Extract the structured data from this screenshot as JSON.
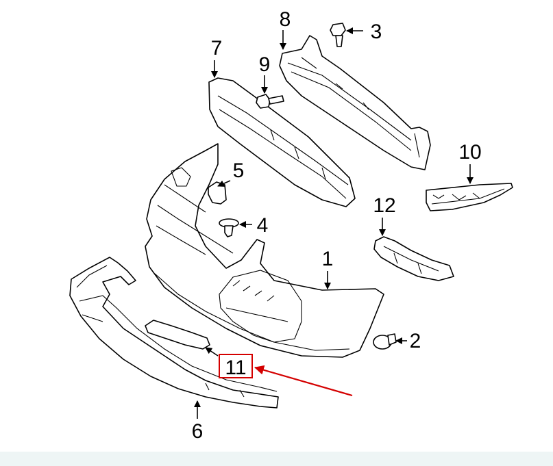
{
  "callouts": {
    "c1": "1",
    "c2": "2",
    "c3": "3",
    "c4": "4",
    "c5": "5",
    "c6": "6",
    "c7": "7",
    "c8": "8",
    "c9": "9",
    "c10": "10",
    "c11": "11",
    "c12": "12"
  },
  "highlight": {
    "target": "11",
    "color": "#d40000"
  }
}
